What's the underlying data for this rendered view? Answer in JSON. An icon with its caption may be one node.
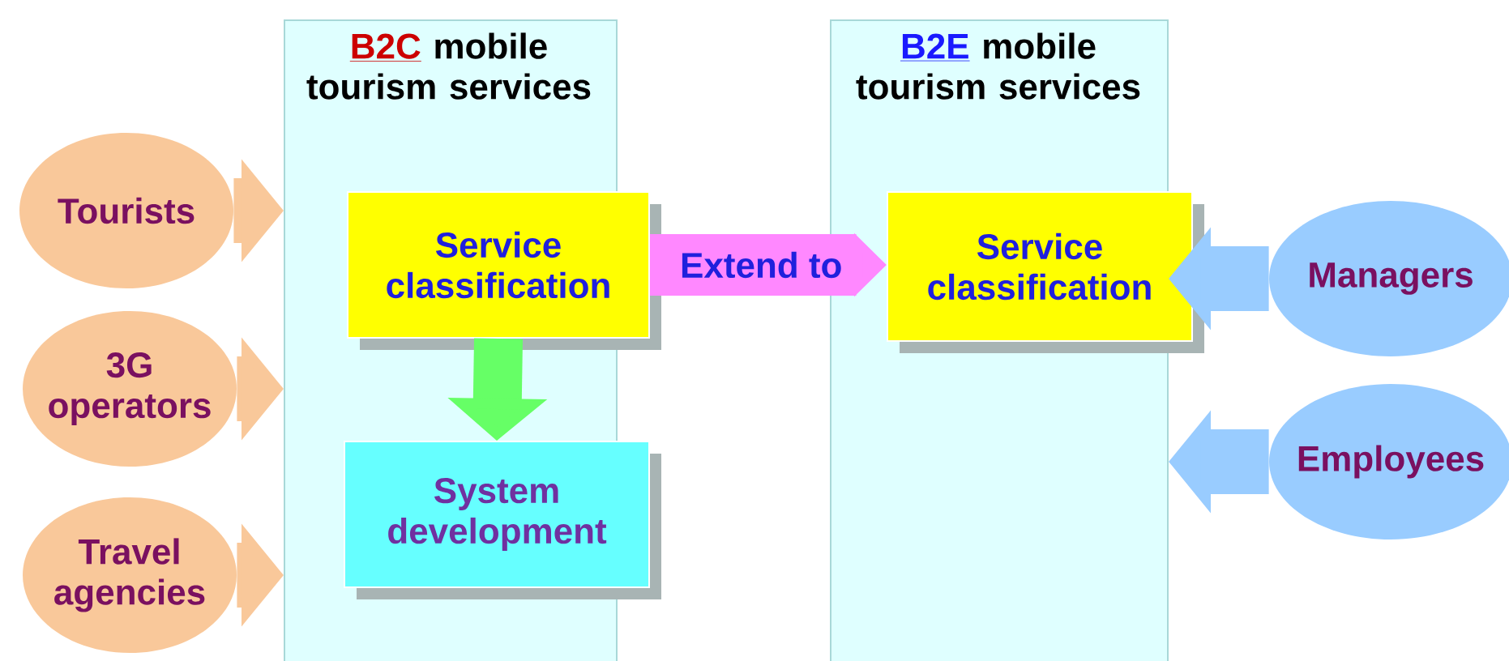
{
  "diagram": {
    "nodes": [
      {
        "text": [
          "B2C",
          "mobile tourism services"
        ]
      },
      {
        "text": [
          "Service classification"
        ],
        "in": 0
      },
      {
        "text": [
          "System development"
        ],
        "in": 0
      },
      {
        "text": [
          "B2E",
          "mobile tourism services"
        ]
      },
      {
        "text": [
          "Service classification"
        ],
        "in": 3
      },
      {
        "text": [
          "Tourists"
        ]
      },
      {
        "text": [
          "3G operators"
        ]
      },
      {
        "text": [
          "Travel agencies"
        ]
      },
      {
        "text": [
          "Managers"
        ]
      },
      {
        "text": [
          "Employees"
        ]
      }
    ],
    "edges": [
      {
        "from": 5,
        "to": 0,
        "arrow": "to",
        "color": "#f9c89a"
      },
      {
        "from": 6,
        "to": 0,
        "arrow": "to",
        "color": "#f9c89a"
      },
      {
        "from": 7,
        "to": 0,
        "arrow": "to",
        "color": "#f9c89a"
      },
      {
        "from": 1,
        "to": 2,
        "arrow": "to",
        "color": "#66ff66"
      },
      {
        "from": 1,
        "to": 4,
        "arrow": "to",
        "label": "Extend to",
        "color": "#ff88ff"
      },
      {
        "from": 8,
        "to": 3,
        "arrow": "to",
        "color": "#99ccff"
      },
      {
        "from": 9,
        "to": 3,
        "arrow": "to",
        "color": "#99ccff"
      }
    ]
  }
}
